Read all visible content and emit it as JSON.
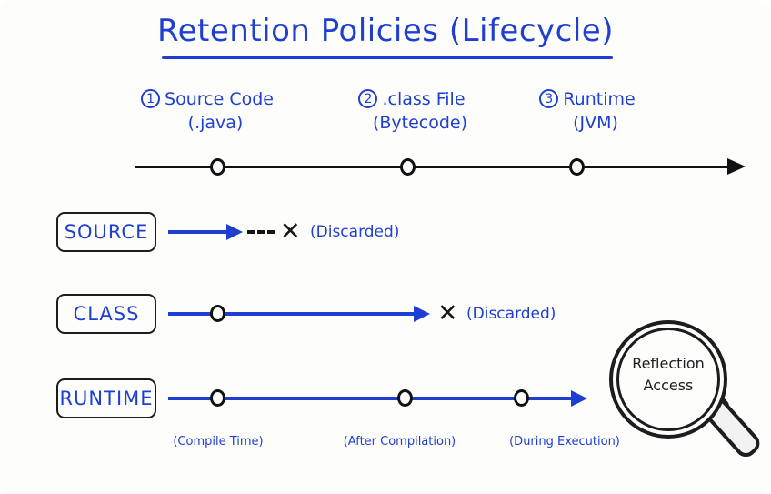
{
  "diagram": {
    "title": "Retention Policies (Lifecycle)",
    "background_color": "#fdfdfc",
    "accent_color": "#1f3fd0",
    "ink_color": "#161616"
  },
  "stages": [
    {
      "number": "1",
      "line1": "Source Code",
      "line2": "(.java)"
    },
    {
      "number": "2",
      "line1": ".class File",
      "line2": "(Bytecode)"
    },
    {
      "number": "3",
      "line1": "Runtime",
      "line2": "(JVM)"
    }
  ],
  "rows": [
    {
      "label": "SOURCE",
      "note": "(Discarded)",
      "x_mark": "✕"
    },
    {
      "label": "CLASS",
      "note": "(Discarded)",
      "x_mark": "✕"
    },
    {
      "label": "RUNTIME",
      "note": "",
      "x_mark": ""
    }
  ],
  "footnotes": [
    "(Compile Time)",
    "(After Compilation)",
    "(During Execution)"
  ],
  "magnifier": {
    "line1": "Reflection",
    "line2": "Access"
  }
}
